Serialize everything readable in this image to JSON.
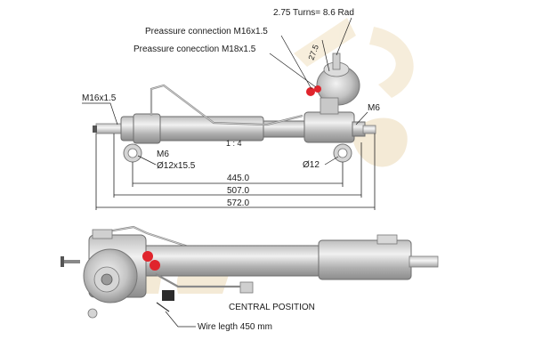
{
  "labels": {
    "turns": "2.75 Turns= 8.6 Rad",
    "pressure_m16": "Preassure connection M16x1.5",
    "pressure_m18": "Preassure conecction M18x1.5",
    "dim_27_5": "27.5",
    "m16_left": "M16x1.5",
    "m6_right": "M6",
    "ratio": "1 : 4",
    "m6_left": "M6",
    "hole_left": "Ø12x15.5",
    "hole_right": "Ø12",
    "central_position": "CENTRAL POSITION",
    "wire_length": "Wire legth 450 mm"
  },
  "dimensions": {
    "d445": "445.0",
    "d507": "507.0",
    "d572": "572.0"
  },
  "colors": {
    "metal_light": "#e6e6e6",
    "metal_dark": "#9a9a9a",
    "port_red": "#e0242c",
    "watermark": "#f2e6cf",
    "ink": "#1a1a1a"
  }
}
